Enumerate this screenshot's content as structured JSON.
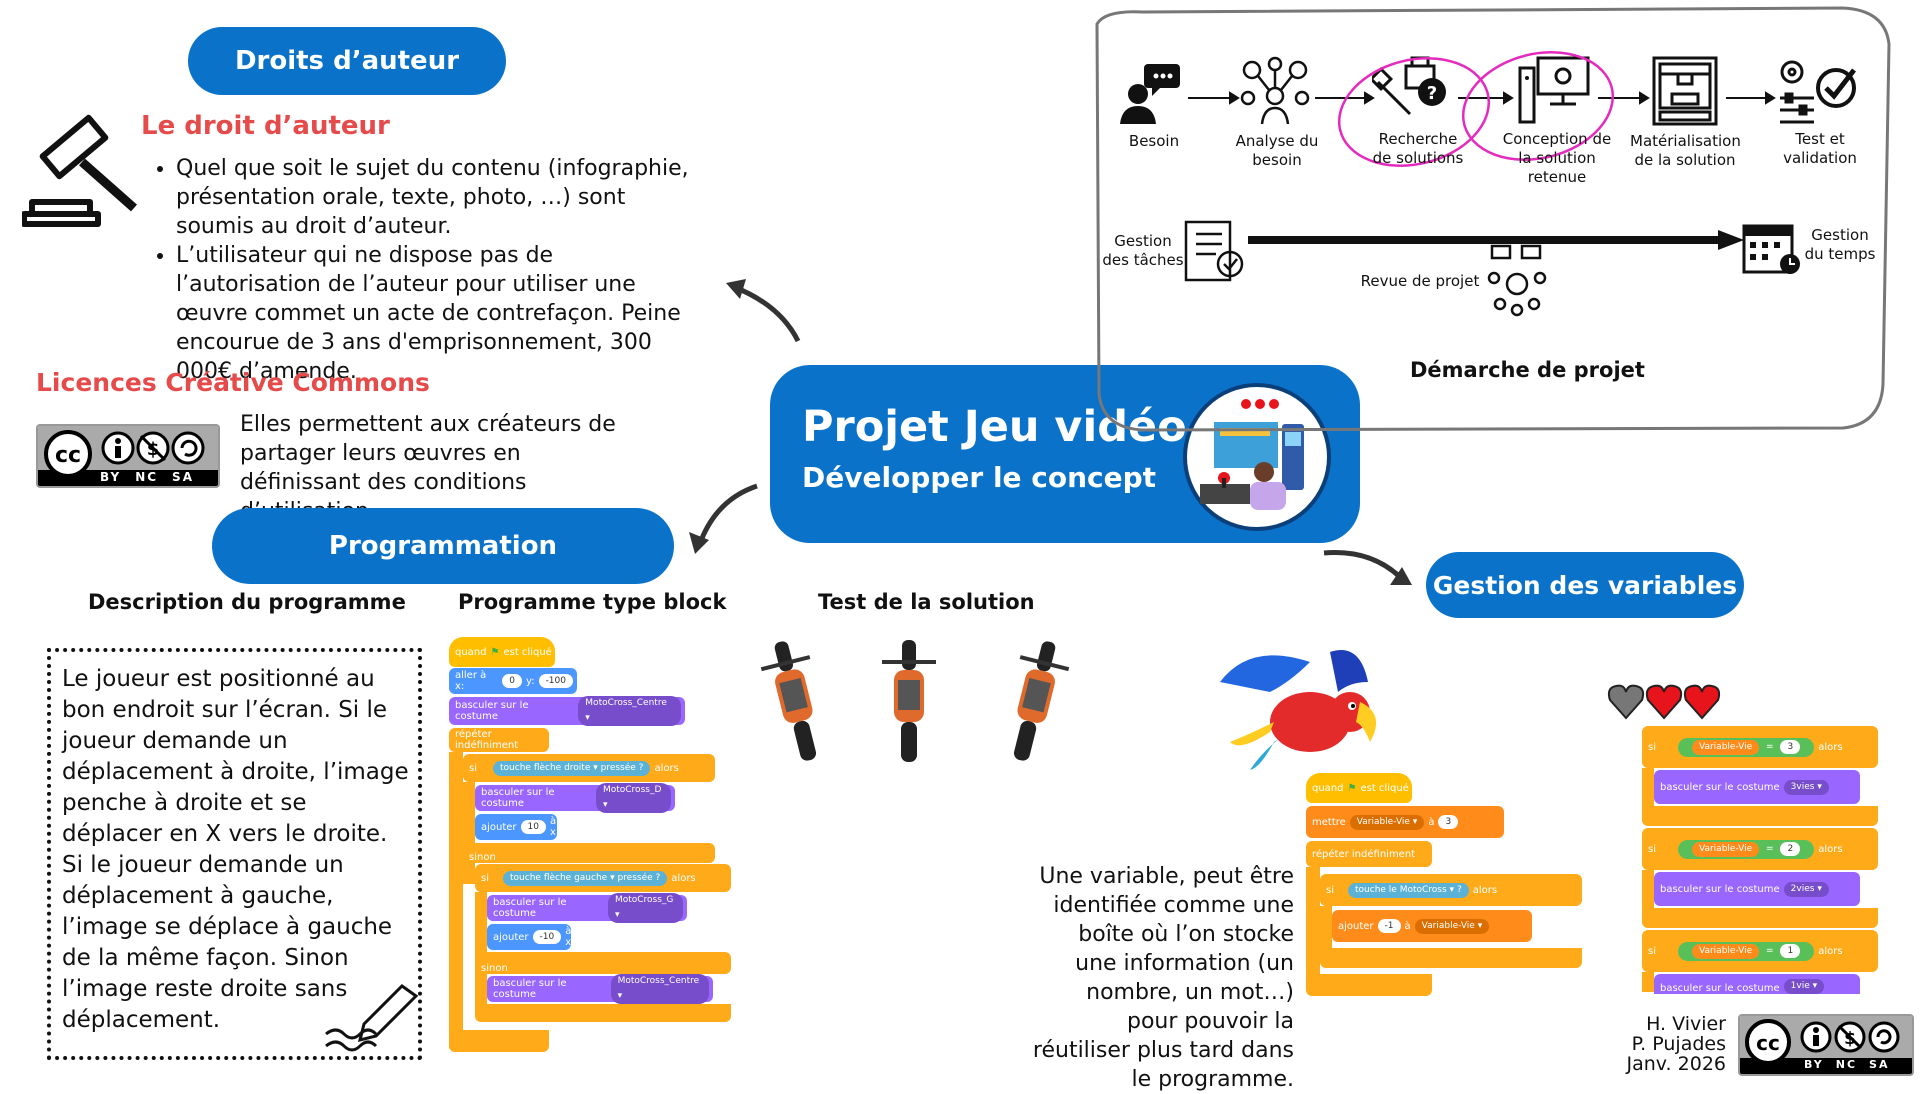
{
  "header": {
    "copyright_pill": "Droits d’auteur",
    "programming_pill": "Programmation",
    "variables_pill": "Gestion des variables"
  },
  "center": {
    "title": "Projet Jeu vidéo",
    "subtitle": "Développer le concept"
  },
  "copyright": {
    "title": "Le droit d’auteur",
    "bullets": [
      "Quel que soit le sujet du contenu (infographie, présentation orale, texte, photo, …) sont soumis au droit d’auteur.",
      "L’utilisateur qui ne dispose pas de l’autorisation de l’auteur pour utiliser une œuvre commet un acte de contrefaçon. Peine encourue de 3 ans d'emprisonnement, 300 000€ d’amende."
    ]
  },
  "cc": {
    "title": "Licences Créative Commons",
    "text": "Elles permettent aux créateurs de partager leurs œuvres en définissant des conditions d’utilisation.",
    "badge_cc": "cc",
    "badge_labels": [
      "BY",
      "NC",
      "SA"
    ]
  },
  "project": {
    "title": "Démarche de projet",
    "steps": [
      {
        "label": "Besoin",
        "icon": "person-speech-icon"
      },
      {
        "label": "Analyse du besoin",
        "icon": "analysis-network-icon"
      },
      {
        "label": "Recherche de solutions",
        "icon": "search-solutions-icon"
      },
      {
        "label": "Conception de la solution retenue",
        "icon": "computer-design-icon"
      },
      {
        "label": "Matérialisation de la solution",
        "icon": "3d-printer-icon"
      },
      {
        "label": "Test et validation",
        "icon": "gear-check-icon"
      }
    ],
    "tasks": "Gestion des tâches",
    "review": "Revue de projet",
    "time": "Gestion du temps"
  },
  "programming": {
    "desc_heading": "Description du programme",
    "block_heading": "Programme type block",
    "test_heading": "Test de la solution",
    "description": "Le joueur est positionné au bon endroit sur l’écran. Si le joueur demande un déplacement à droite, l’image penche à droite et se déplacer en X vers le droite. Si le joueur demande un déplacement à gauche, l’image se déplace à gauche de la même façon. Sinon l’image reste droite sans déplacement."
  },
  "blocks": {
    "when_flag": "quand",
    "clicked": "est cliqué",
    "goto": "aller à x:",
    "x0": "0",
    "y": "y:",
    "y_val": "-100",
    "switch_costume": "basculer sur le costume",
    "costume_center": "MotoCross_Centre",
    "forever": "répéter indéfiniment",
    "if": "si",
    "key": "touche",
    "right_arrow": "flèche droite",
    "pressed": "pressée ?",
    "then": "alors",
    "costume_d": "MotoCross_D",
    "add": "ajouter",
    "add_val": "10",
    "to_x": "à x",
    "else": "sinon",
    "left_arrow": "flèche gauche",
    "costume_g": "MotoCross_G",
    "add_neg": "-10"
  },
  "var_blocks": {
    "set": "mettre",
    "var_name": "Variable-Vie",
    "to": "à",
    "init": "3",
    "key_label": "touche le",
    "sprite": "MotoCross",
    "q": "?",
    "add_neg1": "-1",
    "eq": "=",
    "v3": "3",
    "v2": "2",
    "v1": "1",
    "c3": "3vies",
    "c2": "2vies",
    "c1": "1vie"
  },
  "variables": {
    "text": "Une variable, peut être identifiée comme une boîte où l’on stocke une information (un nombre, un mot…) pour pouvoir la réutiliser plus tard dans le programme."
  },
  "credits": {
    "line1": "H. Vivier",
    "line2": "P. Pujades",
    "line3": "Janv. 2026"
  },
  "colors": {
    "accent_blue": "#0a72c9",
    "title_red": "#e64b4b",
    "heart_red": "#e8141b"
  }
}
